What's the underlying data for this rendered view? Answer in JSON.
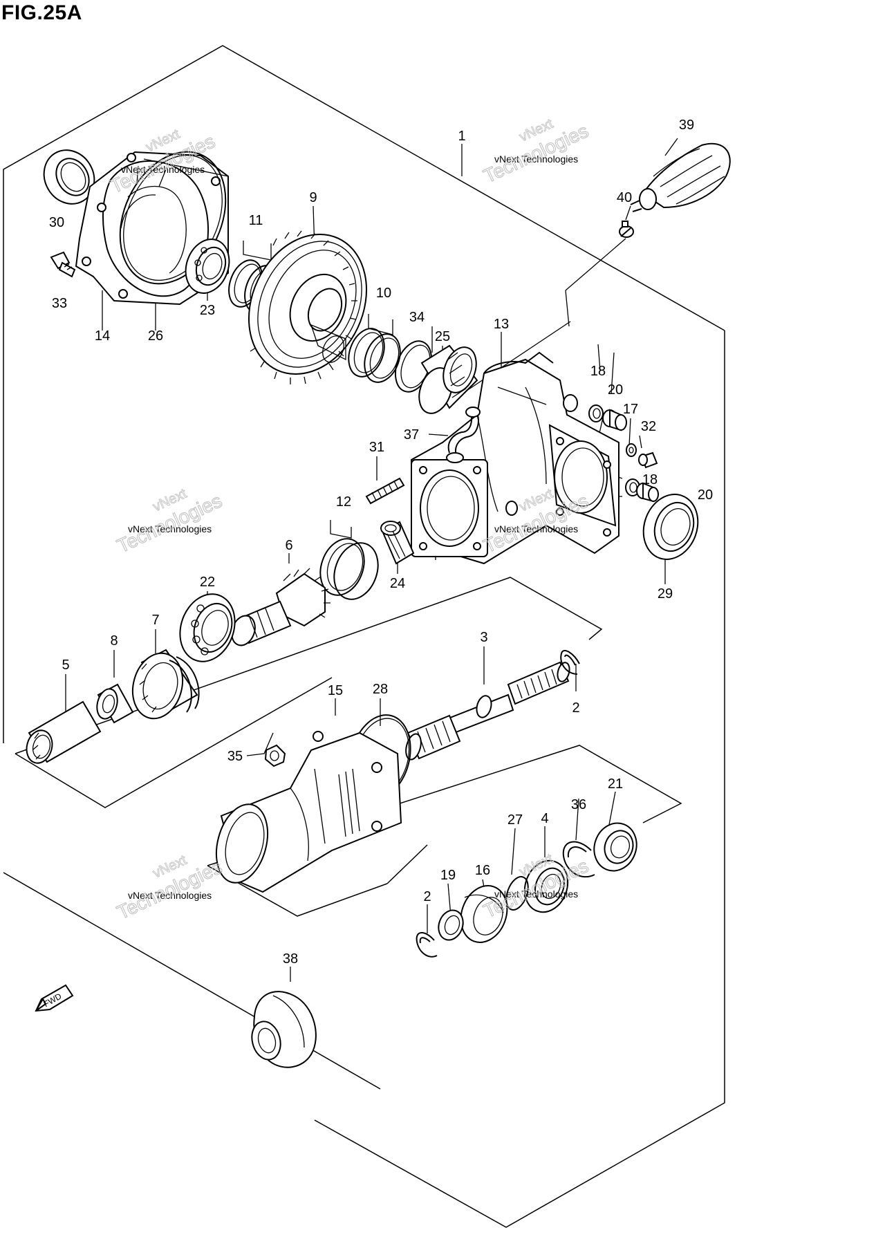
{
  "figure": {
    "title": "FIG.25A"
  },
  "fwd_label": "FWD",
  "watermark": {
    "line1": "vNext Technologies",
    "line2": "Technologies",
    "line3": "vNext"
  },
  "callouts": [
    {
      "id": "c1",
      "text": "1"
    },
    {
      "id": "c2a",
      "text": "2"
    },
    {
      "id": "c2b",
      "text": "2"
    },
    {
      "id": "c3",
      "text": "3"
    },
    {
      "id": "c4",
      "text": "4"
    },
    {
      "id": "c5",
      "text": "5"
    },
    {
      "id": "c6",
      "text": "6"
    },
    {
      "id": "c7",
      "text": "7"
    },
    {
      "id": "c8",
      "text": "8"
    },
    {
      "id": "c9",
      "text": "9"
    },
    {
      "id": "c10",
      "text": "10"
    },
    {
      "id": "c11",
      "text": "11"
    },
    {
      "id": "c12",
      "text": "12"
    },
    {
      "id": "c13",
      "text": "13"
    },
    {
      "id": "c14",
      "text": "14"
    },
    {
      "id": "c15",
      "text": "15"
    },
    {
      "id": "c16",
      "text": "16"
    },
    {
      "id": "c17",
      "text": "17"
    },
    {
      "id": "c18a",
      "text": "18"
    },
    {
      "id": "c18b",
      "text": "18"
    },
    {
      "id": "c19",
      "text": "19"
    },
    {
      "id": "c20a",
      "text": "20"
    },
    {
      "id": "c20b",
      "text": "20"
    },
    {
      "id": "c21",
      "text": "21"
    },
    {
      "id": "c22",
      "text": "22"
    },
    {
      "id": "c23",
      "text": "23"
    },
    {
      "id": "c24",
      "text": "24"
    },
    {
      "id": "c25",
      "text": "25"
    },
    {
      "id": "c26",
      "text": "26"
    },
    {
      "id": "c27",
      "text": "27"
    },
    {
      "id": "c28",
      "text": "28"
    },
    {
      "id": "c29",
      "text": "29"
    },
    {
      "id": "c30",
      "text": "30"
    },
    {
      "id": "c31",
      "text": "31"
    },
    {
      "id": "c32",
      "text": "32"
    },
    {
      "id": "c33",
      "text": "33"
    },
    {
      "id": "c34",
      "text": "34"
    },
    {
      "id": "c35",
      "text": "35"
    },
    {
      "id": "c36",
      "text": "36"
    },
    {
      "id": "c37",
      "text": "37"
    },
    {
      "id": "c38",
      "text": "38"
    },
    {
      "id": "c39",
      "text": "39"
    },
    {
      "id": "c40",
      "text": "40"
    }
  ]
}
